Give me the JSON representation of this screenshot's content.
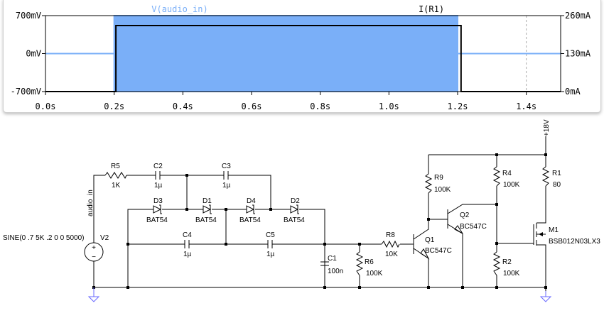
{
  "chart_data": {
    "type": "line",
    "title": "",
    "xlabel": "",
    "xlim": [
      0.0,
      1.5
    ],
    "x_ticks": [
      "0.0s",
      "0.2s",
      "0.4s",
      "0.6s",
      "0.8s",
      "1.0s",
      "1.2s",
      "1.4s"
    ],
    "y_left": {
      "lim_mV": [
        -700,
        700
      ],
      "ticks": [
        "700mV",
        "0mV",
        "-700mV"
      ]
    },
    "y_right": {
      "lim_mA": [
        0,
        260
      ],
      "ticks": [
        "260mA",
        "130mA",
        "0mA"
      ]
    },
    "cursor_x": 1.4,
    "series": [
      {
        "name": "V(audio_in)",
        "color": "#7aaff8",
        "axis": "left",
        "unit": "mV",
        "note_shape": "5kHz sine of 700mV amplitude between 0.2s and 1.2s, rendered as filled band",
        "points": [
          [
            0.0,
            0,
            0
          ],
          [
            0.2,
            0,
            0
          ],
          [
            0.2,
            -700,
            700
          ],
          [
            1.2,
            -700,
            700
          ],
          [
            1.2,
            0,
            0
          ],
          [
            1.5,
            0,
            0
          ]
        ]
      },
      {
        "name": "I(R1)",
        "color": "#000000",
        "axis": "right",
        "unit": "mA",
        "points": [
          [
            0.0,
            0
          ],
          [
            0.205,
            0
          ],
          [
            0.205,
            226
          ],
          [
            1.21,
            226
          ],
          [
            1.21,
            0
          ],
          [
            1.5,
            0
          ]
        ]
      }
    ]
  },
  "schematic": {
    "net_label": "audio_in",
    "supply_label": "+18V",
    "v2": {
      "name": "V2",
      "value": "SINE(0 .7 5K .2 0 0 5000)",
      "plus": "+",
      "minus": "−"
    },
    "r5": {
      "name": "R5",
      "value": "1K"
    },
    "c2": {
      "name": "C2",
      "value": "1µ"
    },
    "c3": {
      "name": "C3",
      "value": "1µ"
    },
    "c4": {
      "name": "C4",
      "value": "1µ"
    },
    "c5": {
      "name": "C5",
      "value": "1µ"
    },
    "c1": {
      "name": "C1",
      "value": "100n"
    },
    "d3": {
      "name": "D3",
      "value": "BAT54"
    },
    "d1": {
      "name": "D1",
      "value": "BAT54"
    },
    "d4": {
      "name": "D4",
      "value": "BAT54"
    },
    "d2": {
      "name": "D2",
      "value": "BAT54"
    },
    "r6": {
      "name": "R6",
      "value": "100K"
    },
    "r8": {
      "name": "R8",
      "value": "10K"
    },
    "r9": {
      "name": "R9",
      "value": "100K"
    },
    "r4": {
      "name": "R4",
      "value": "100K"
    },
    "r2": {
      "name": "R2",
      "value": "100K"
    },
    "r1": {
      "name": "R1",
      "value": "80"
    },
    "q1": {
      "name": "Q1",
      "value": "BC547C"
    },
    "q2": {
      "name": "Q2",
      "value": "BC547C"
    },
    "m1": {
      "name": "M1",
      "value": "BSB012N03LX3"
    },
    "ground_color": "#6a6aff"
  }
}
